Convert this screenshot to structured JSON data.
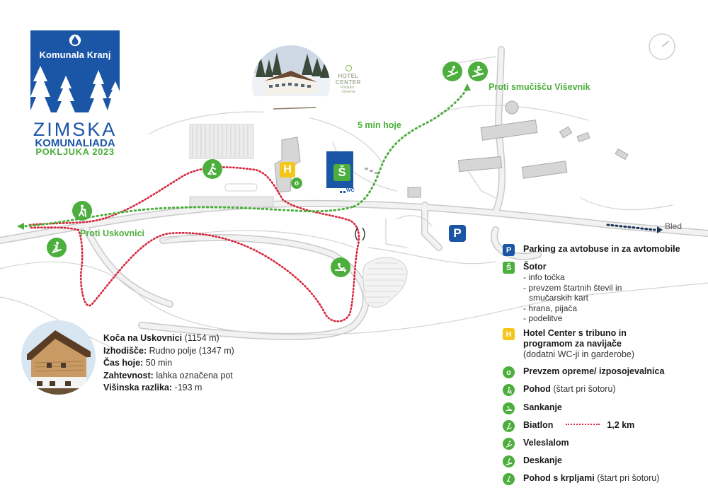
{
  "branding": {
    "company": "Komunala Kranj",
    "title_line1": "ZIMSKA",
    "title_line2": "KOMUNALIADA",
    "title_line3": "POKLJUKA 2023",
    "brand_blue": "#1b56a6",
    "brand_green": "#4cae3c"
  },
  "hotel_logo": {
    "name_line1": "HOTEL",
    "name_line2": "CENTER",
    "tagline": "Pokljuka · Slovenia"
  },
  "map": {
    "labels": {
      "to_ski": "Proti smučišču Viševnik",
      "walk": "5 min hoje",
      "to_uskovnica": "Proti Uskovnici",
      "bled": "Bled",
      "wc": "WC"
    },
    "marker_letters": {
      "parking": "P",
      "tent": "Š",
      "hotel": "H"
    },
    "colors": {
      "route_green": "#4cae3c",
      "route_red": "#d7263d",
      "route_blue": "#1d3557",
      "road": "#e3e3e3",
      "road_outline": "#c9c9c9",
      "building": "#d6d6d6",
      "parking_blue": "#1b56a6",
      "hotel_yellow": "#f5c61a"
    }
  },
  "hut_info": {
    "rows": [
      {
        "label": "Koča na Uskovnici",
        "value": " (1154 m)"
      },
      {
        "label": "Izhodišče:",
        "value": " Rudno polje (1347 m)"
      },
      {
        "label": "Čas hoje:",
        "value": " 50 min"
      },
      {
        "label": "Zahtevnost:",
        "value": " lahka označena pot"
      },
      {
        "label": "Višinska razlika:",
        "value": " -193 m"
      }
    ]
  },
  "legend": {
    "parking": {
      "icon": "parking-icon",
      "title": "Parking za avtobuse in za avtomobile"
    },
    "tent": {
      "icon": "tent-icon",
      "title": "Šotor",
      "items": [
        "- info točka",
        "- prevzem štartnih števil in",
        "  smučarskih kart",
        "- hrana, pijača",
        "- podelitve"
      ]
    },
    "hotel": {
      "icon": "hotel-icon",
      "title_line1": "Hotel Center s tribuno in",
      "title_line2": "programom za navijače",
      "note": "(dodatni WC-ji in garderobe)"
    },
    "rental": {
      "icon": "equipment-rental-icon",
      "title": "Prevzem opreme/ izposojevalnica"
    },
    "hike": {
      "icon": "hiking-icon",
      "title": "Pohod",
      "note": " (štart pri šotoru)"
    },
    "sled": {
      "icon": "sledding-icon",
      "title": "Sankanje"
    },
    "biathlon": {
      "icon": "biathlon-icon",
      "title": "Biatlon",
      "distance": "1,2 km"
    },
    "slalom": {
      "icon": "giant-slalom-icon",
      "title": "Veleslalom"
    },
    "snowboard": {
      "icon": "snowboard-icon",
      "title": "Deskanje"
    },
    "snowshoe": {
      "icon": "snowshoe-icon",
      "title": "Pohod s krpljami",
      "note": " (štart pri šotoru)"
    }
  }
}
